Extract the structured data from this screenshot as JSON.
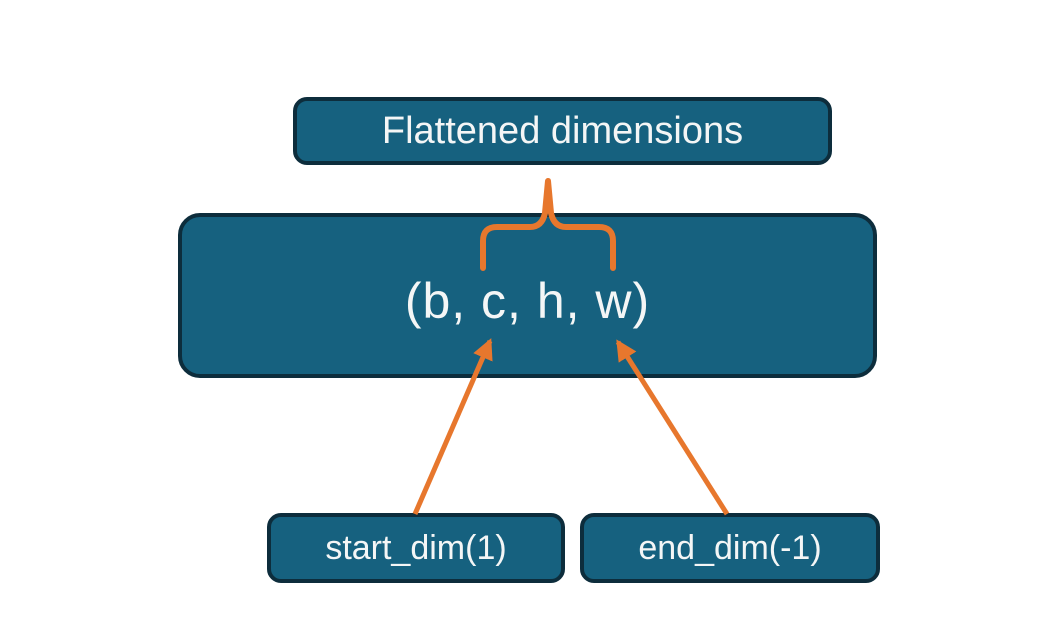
{
  "boxes": {
    "flattened": {
      "label": "Flattened dimensions"
    },
    "tuple": {
      "label": "(b, c, h, w)"
    },
    "start_dim": {
      "label": "start_dim(1)"
    },
    "end_dim": {
      "label": "end_dim(-1)"
    }
  },
  "colors": {
    "box_fill": "#16617f",
    "box_border": "#0d2d3c",
    "arrow": "#e7772d",
    "text": "#f4f6f6",
    "background": "#ffffff"
  }
}
